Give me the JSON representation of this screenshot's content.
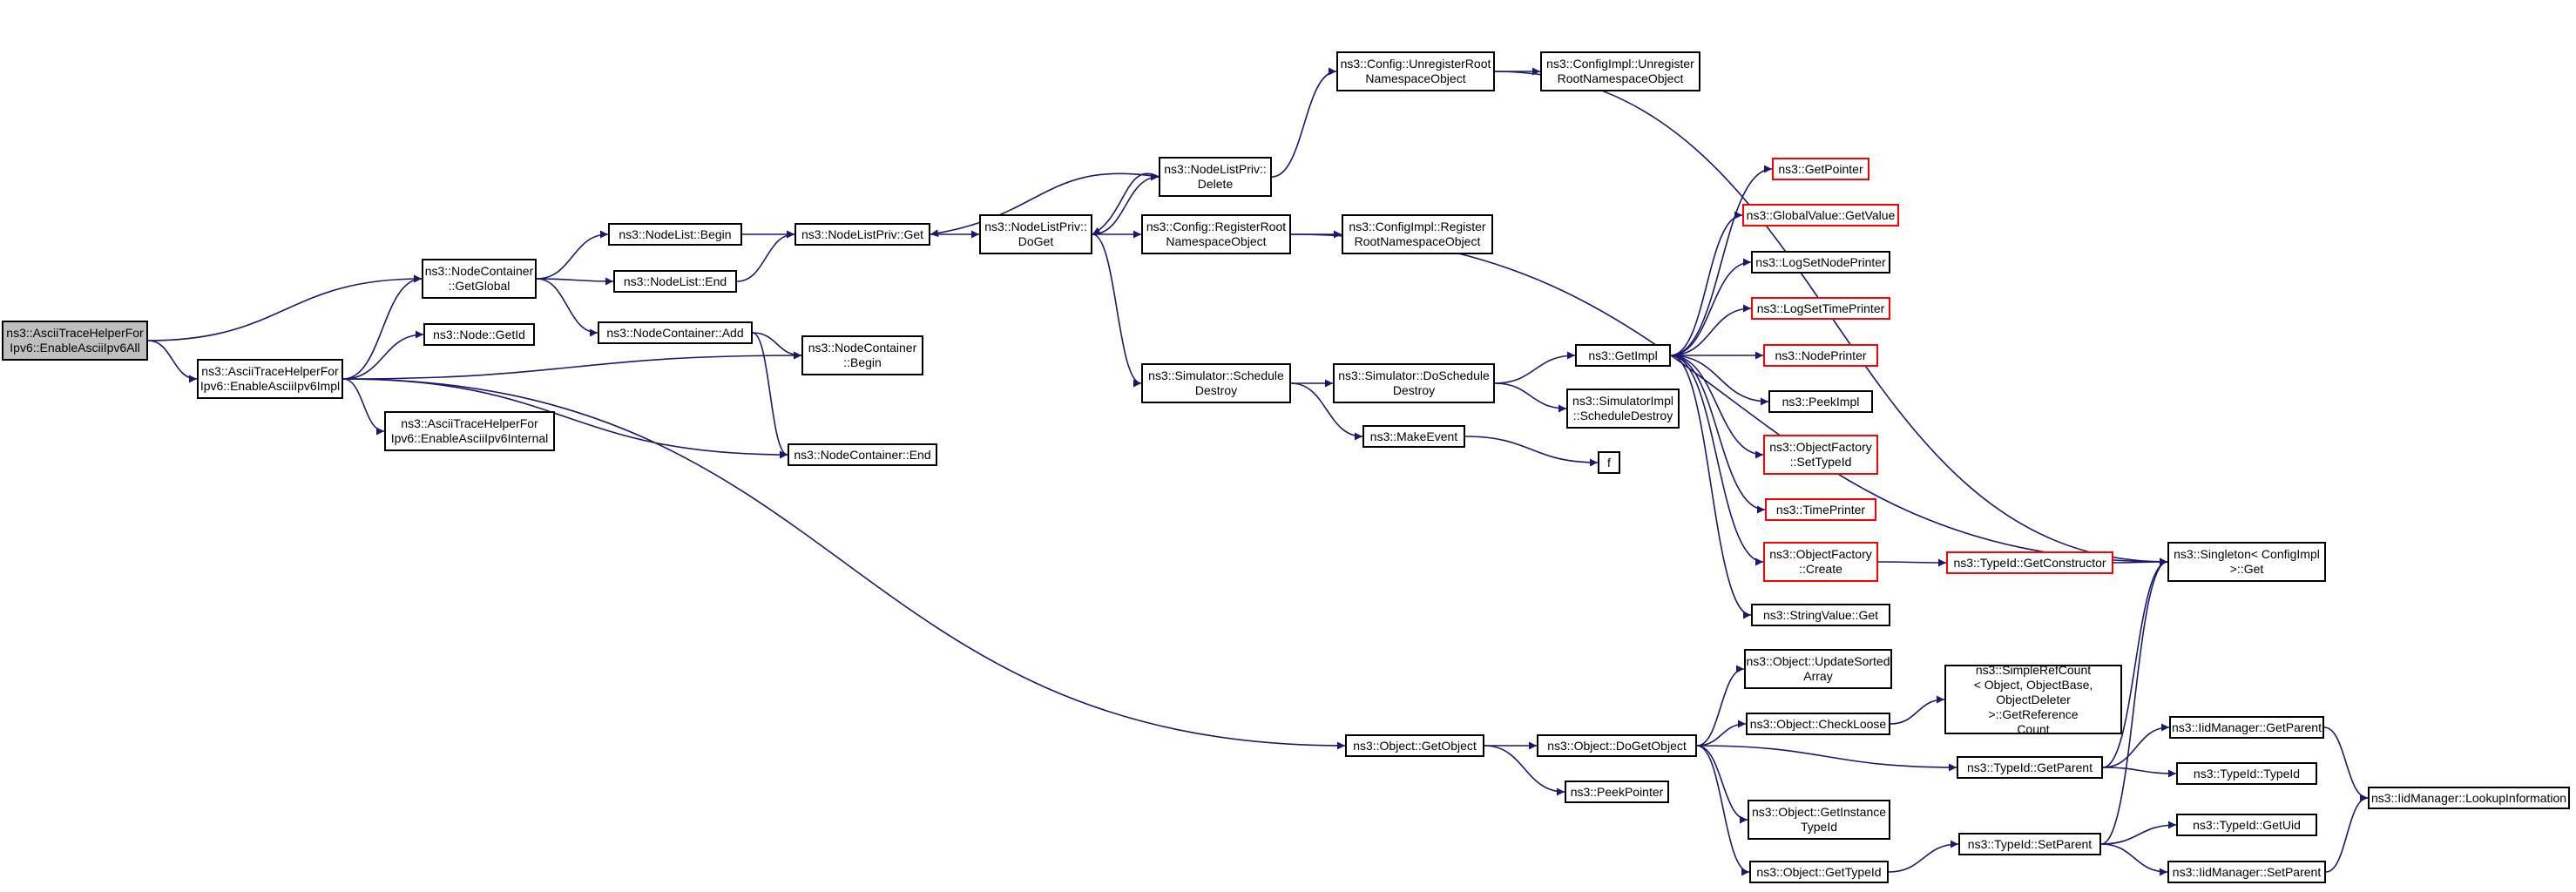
{
  "diagram": {
    "type": "doxygen-call-graph",
    "colors": {
      "edge": "#191970",
      "border": "#000000",
      "truncated_border": "#ff0000",
      "root_fill": "#bfbfbf"
    },
    "nodes": [
      {
        "id": "root",
        "label": "ns3::AsciiTraceHelperFor\nIpv6::EnableAsciiIpv6All",
        "root": true
      },
      {
        "id": "ncGetGlobal",
        "label": "ns3::NodeContainer\n::GetGlobal"
      },
      {
        "id": "enableImpl",
        "label": "ns3::AsciiTraceHelperFor\nIpv6::EnableAsciiIpv6Impl"
      },
      {
        "id": "nodeListBegin",
        "label": "ns3::NodeList::Begin"
      },
      {
        "id": "nodeListEnd",
        "label": "ns3::NodeList::End"
      },
      {
        "id": "nodeGetId",
        "label": "ns3::Node::GetId"
      },
      {
        "id": "ncAdd",
        "label": "ns3::NodeContainer::Add"
      },
      {
        "id": "ncBegin",
        "label": "ns3::NodeContainer\n::Begin"
      },
      {
        "id": "ncEnd",
        "label": "ns3::NodeContainer::End"
      },
      {
        "id": "enableInternal",
        "label": "ns3::AsciiTraceHelperFor\nIpv6::EnableAsciiIpv6Internal"
      },
      {
        "id": "nlpGet",
        "label": "ns3::NodeListPriv::Get"
      },
      {
        "id": "nlpDoGet",
        "label": "ns3::NodeListPriv::\nDoGet"
      },
      {
        "id": "nlpDelete",
        "label": "ns3::NodeListPriv::\nDelete"
      },
      {
        "id": "cfgUnreg",
        "label": "ns3::Config::UnregisterRoot\nNamespaceObject"
      },
      {
        "id": "cfgImplUnreg",
        "label": "ns3::ConfigImpl::Unregister\nRootNamespaceObject"
      },
      {
        "id": "cfgReg",
        "label": "ns3::Config::RegisterRoot\nNamespaceObject"
      },
      {
        "id": "cfgImplReg",
        "label": "ns3::ConfigImpl::Register\nRootNamespaceObject"
      },
      {
        "id": "simSchedDestroy",
        "label": "ns3::Simulator::Schedule\nDestroy"
      },
      {
        "id": "simDoSchedDestroy",
        "label": "ns3::Simulator::DoSchedule\nDestroy"
      },
      {
        "id": "makeEvent",
        "label": "ns3::MakeEvent"
      },
      {
        "id": "f",
        "label": "f"
      },
      {
        "id": "getImpl",
        "label": "ns3::GetImpl"
      },
      {
        "id": "simImplSchedDestroy",
        "label": "ns3::SimulatorImpl\n::ScheduleDestroy"
      },
      {
        "id": "getPointer",
        "label": "ns3::GetPointer",
        "truncated": true
      },
      {
        "id": "globalValue",
        "label": "ns3::GlobalValue::GetValue",
        "truncated": true
      },
      {
        "id": "logSetNode",
        "label": "ns3::LogSetNodePrinter"
      },
      {
        "id": "logSetTime",
        "label": "ns3::LogSetTimePrinter",
        "truncated": true
      },
      {
        "id": "nodePrinter",
        "label": "ns3::NodePrinter",
        "truncated": true
      },
      {
        "id": "peekImpl",
        "label": "ns3::PeekImpl"
      },
      {
        "id": "ofSetTypeId",
        "label": "ns3::ObjectFactory\n::SetTypeId",
        "truncated": true
      },
      {
        "id": "timePrinter",
        "label": "ns3::TimePrinter",
        "truncated": true
      },
      {
        "id": "ofCreate",
        "label": "ns3::ObjectFactory\n::Create",
        "truncated": true
      },
      {
        "id": "stringValueGet",
        "label": "ns3::StringValue::Get"
      },
      {
        "id": "typeIdGetCtor",
        "label": "ns3::TypeId::GetConstructor",
        "truncated": true
      },
      {
        "id": "singletonGet",
        "label": "ns3::Singleton< ConfigImpl\n>::Get"
      },
      {
        "id": "objGetObject",
        "label": "ns3::Object::GetObject"
      },
      {
        "id": "objDoGetObject",
        "label": "ns3::Object::DoGetObject"
      },
      {
        "id": "peekPointer",
        "label": "ns3::PeekPointer"
      },
      {
        "id": "objUpdateSorted",
        "label": "ns3::Object::UpdateSorted\nArray"
      },
      {
        "id": "objCheckLoose",
        "label": "ns3::Object::CheckLoose"
      },
      {
        "id": "simpleRefCount",
        "label": "ns3::SimpleRefCount\n< Object, ObjectBase,\nObjectDeleter >::GetReference\nCount"
      },
      {
        "id": "objGetInstTypeId",
        "label": "ns3::Object::GetInstance\nTypeId"
      },
      {
        "id": "objGetTypeId",
        "label": "ns3::Object::GetTypeId"
      },
      {
        "id": "typeIdGetParent",
        "label": "ns3::TypeId::GetParent"
      },
      {
        "id": "typeIdSetParent",
        "label": "ns3::TypeId::SetParent"
      },
      {
        "id": "iidGetParent",
        "label": "ns3::IidManager::GetParent"
      },
      {
        "id": "typeIdTypeId",
        "label": "ns3::TypeId::TypeId"
      },
      {
        "id": "typeIdGetUid",
        "label": "ns3::TypeId::GetUid"
      },
      {
        "id": "iidSetParent",
        "label": "ns3::IidManager::SetParent"
      },
      {
        "id": "iidLookup",
        "label": "ns3::IidManager::LookupInformation"
      }
    ],
    "edges": [
      [
        "root",
        "ncGetGlobal"
      ],
      [
        "root",
        "enableImpl"
      ],
      [
        "ncGetGlobal",
        "nodeListBegin"
      ],
      [
        "ncGetGlobal",
        "nodeListEnd"
      ],
      [
        "ncGetGlobal",
        "ncAdd"
      ],
      [
        "enableImpl",
        "ncGetGlobal"
      ],
      [
        "enableImpl",
        "nodeGetId"
      ],
      [
        "enableImpl",
        "ncBegin"
      ],
      [
        "enableImpl",
        "enableInternal"
      ],
      [
        "enableImpl",
        "ncEnd"
      ],
      [
        "enableImpl",
        "objGetObject"
      ],
      [
        "ncAdd",
        "ncBegin"
      ],
      [
        "ncAdd",
        "ncEnd"
      ],
      [
        "nodeListBegin",
        "nlpGet"
      ],
      [
        "nodeListEnd",
        "nlpGet"
      ],
      [
        "nlpGet",
        "nlpDoGet"
      ],
      [
        "nlpDoGet",
        "nlpDelete"
      ],
      [
        "nlpDoGet",
        "cfgReg"
      ],
      [
        "nlpDoGet",
        "simSchedDestroy"
      ],
      [
        "nlpDelete",
        "nlpGet"
      ],
      [
        "nlpDelete",
        "nlpDoGet"
      ],
      [
        "nlpDelete",
        "cfgUnreg"
      ],
      [
        "cfgUnreg",
        "cfgImplUnreg"
      ],
      [
        "cfgUnreg",
        "singletonGet"
      ],
      [
        "cfgReg",
        "cfgImplReg"
      ],
      [
        "cfgReg",
        "singletonGet"
      ],
      [
        "simSchedDestroy",
        "simDoSchedDestroy"
      ],
      [
        "simSchedDestroy",
        "makeEvent"
      ],
      [
        "makeEvent",
        "f"
      ],
      [
        "simDoSchedDestroy",
        "getImpl"
      ],
      [
        "simDoSchedDestroy",
        "simImplSchedDestroy"
      ],
      [
        "getImpl",
        "getPointer"
      ],
      [
        "getImpl",
        "globalValue"
      ],
      [
        "getImpl",
        "logSetNode"
      ],
      [
        "getImpl",
        "logSetTime"
      ],
      [
        "getImpl",
        "nodePrinter"
      ],
      [
        "getImpl",
        "peekImpl"
      ],
      [
        "getImpl",
        "ofSetTypeId"
      ],
      [
        "getImpl",
        "timePrinter"
      ],
      [
        "getImpl",
        "ofCreate"
      ],
      [
        "getImpl",
        "stringValueGet"
      ],
      [
        "ofCreate",
        "typeIdGetCtor"
      ],
      [
        "typeIdGetCtor",
        "singletonGet"
      ],
      [
        "objGetObject",
        "objDoGetObject"
      ],
      [
        "objGetObject",
        "peekPointer"
      ],
      [
        "objDoGetObject",
        "objUpdateSorted"
      ],
      [
        "objDoGetObject",
        "objCheckLoose"
      ],
      [
        "objDoGetObject",
        "objGetInstTypeId"
      ],
      [
        "objDoGetObject",
        "objGetTypeId"
      ],
      [
        "objDoGetObject",
        "typeIdGetParent"
      ],
      [
        "objCheckLoose",
        "simpleRefCount"
      ],
      [
        "objGetTypeId",
        "typeIdSetParent"
      ],
      [
        "typeIdGetParent",
        "iidGetParent"
      ],
      [
        "typeIdGetParent",
        "typeIdTypeId"
      ],
      [
        "typeIdGetParent",
        "singletonGet"
      ],
      [
        "typeIdSetParent",
        "typeIdGetUid"
      ],
      [
        "typeIdSetParent",
        "iidSetParent"
      ],
      [
        "typeIdSetParent",
        "singletonGet"
      ],
      [
        "iidGetParent",
        "iidLookup"
      ],
      [
        "iidSetParent",
        "iidLookup"
      ]
    ]
  }
}
